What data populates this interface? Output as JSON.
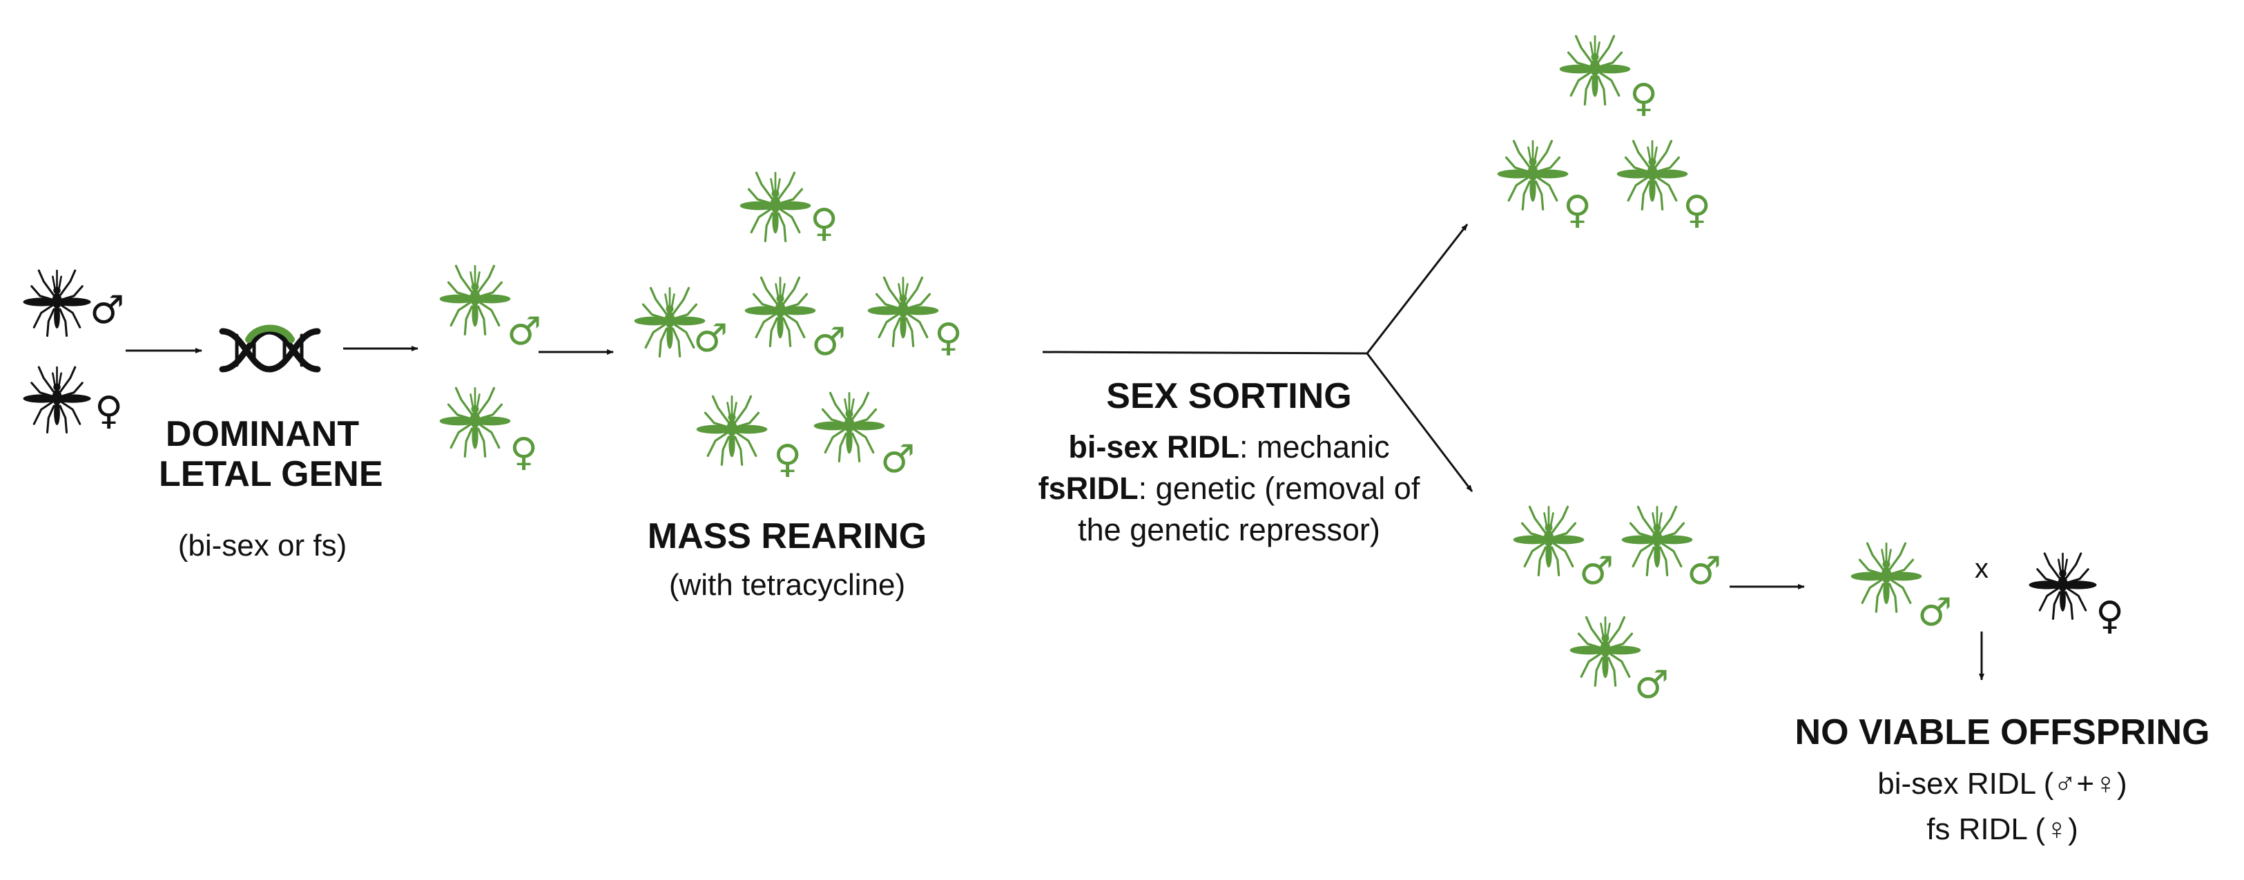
{
  "colors": {
    "green": "#5a9a3c",
    "black": "#111111"
  },
  "labels": {
    "dominant_1": "DOMINANT",
    "dominant_2": "LETAL GENE",
    "dominant_sub": "(bi-sex or fs)",
    "mass_title": "MASS REARING",
    "mass_sub": "(with tetracycline)",
    "sorting_title": "SEX SORTING",
    "sorting_l1_bold": "bi-sex RIDL",
    "sorting_l1_rest": ": mechanic",
    "sorting_l2_bold": "fsRIDL",
    "sorting_l2_rest": ": genetic (removal of",
    "sorting_l3": "the genetic repressor)",
    "cross_x": "x",
    "offspring_title": "NO VIABLE OFFSPRING",
    "offspring_l1": "bi-sex RIDL (♂+♀)",
    "offspring_l2": "fs RIDL (♀)"
  },
  "symbols": {
    "male": "♂",
    "female": "♀"
  },
  "icons": {
    "mosquito": "mosquito-icon",
    "dna": "dna-helix-icon",
    "arrow": "arrow-icon"
  }
}
